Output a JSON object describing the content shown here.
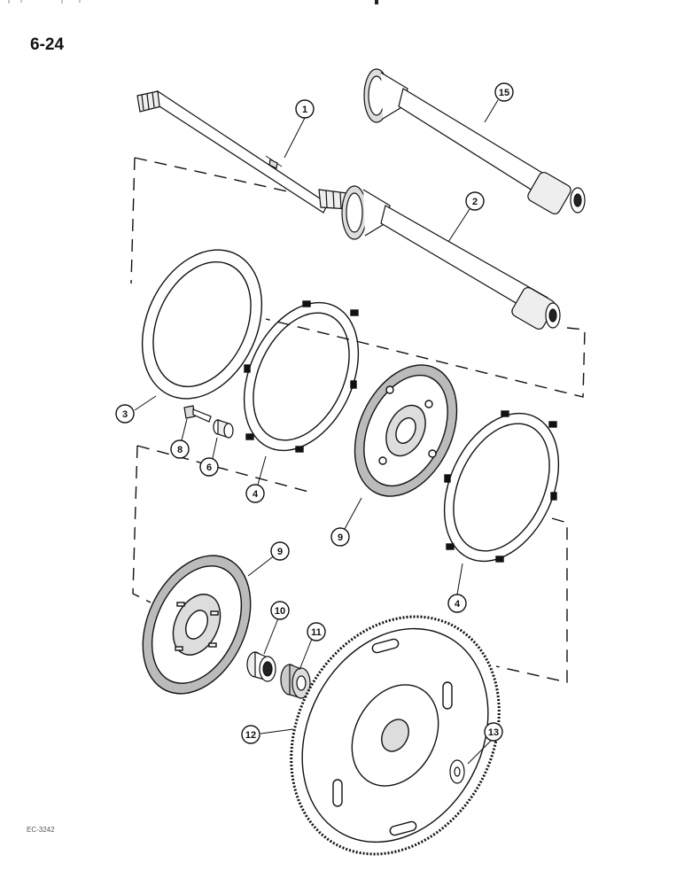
{
  "page": {
    "number": "6-24",
    "figure_code": "EC-3242"
  },
  "callouts": [
    "1",
    "15",
    "2",
    "3",
    "8",
    "6",
    "4",
    "9",
    "9",
    "4",
    "10",
    "11",
    "12",
    "13"
  ],
  "colors": {
    "ink": "#111111",
    "paper": "#ffffff"
  },
  "icons": [
    "shaft",
    "gear-shaft",
    "steel-plate",
    "separator-plate",
    "friction-disc",
    "bolt",
    "spacer",
    "bushing",
    "spur-gear",
    "flywheel",
    "washer"
  ]
}
